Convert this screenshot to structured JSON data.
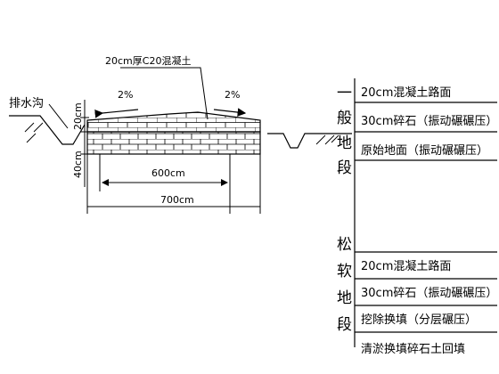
{
  "section_drawing": {
    "top_label": "20cm厚C20混凝土",
    "slope_left": "2%",
    "slope_right": "2%",
    "ditch_label": "排水沟",
    "thickness_top": "20cm",
    "thickness_bottom": "40cm",
    "dim_inner": "600cm",
    "dim_outer": "700cm"
  },
  "general_section": {
    "heading_chars": [
      "一",
      "般",
      "地",
      "段"
    ],
    "layers": [
      "20cm混凝土路面",
      "30cm碎石（振动碾碾压）",
      "原始地面（振动碾碾压）"
    ]
  },
  "soft_section": {
    "heading_chars": [
      "松",
      "软",
      "地",
      "段"
    ],
    "layers": [
      "20cm混凝土路面",
      "30cm碎石（振动碾碾压）",
      "挖除换填（分层碾压）",
      "清淤换填碎石土回填"
    ]
  }
}
